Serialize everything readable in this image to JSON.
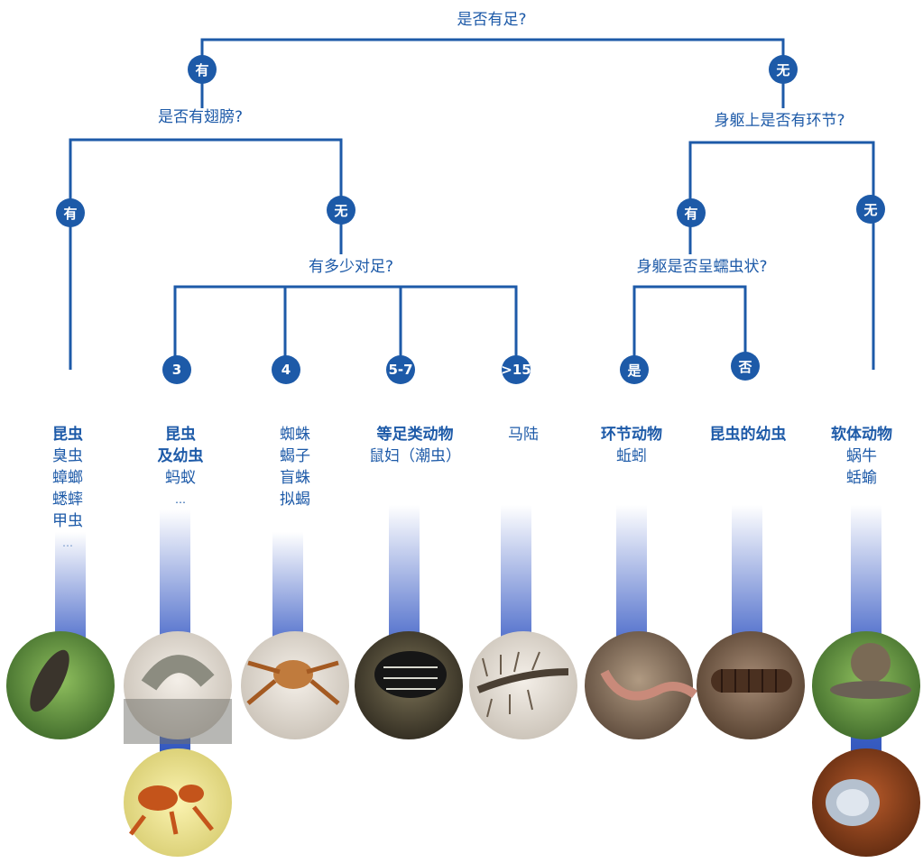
{
  "questions": {
    "has_feet": "是否有足?",
    "has_wings": "是否有翅膀?",
    "body_segments": "身躯上是否有环节?",
    "pairs_of_feet": "有多少对足?",
    "wormlike": "身躯是否呈蠕虫状?"
  },
  "branches": {
    "feet_yes": "有",
    "feet_no": "无",
    "wings_yes": "有",
    "wings_no": "无",
    "seg_yes": "有",
    "seg_no": "无",
    "pairs_3": "3",
    "pairs_4": "4",
    "pairs_5_7": "5-7",
    "pairs_gt15": ">15",
    "worm_yes": "是",
    "worm_no": "否"
  },
  "categories": [
    {
      "head": [
        "昆虫"
      ],
      "items": [
        "臭虫",
        "蟑螂",
        "蟋蟀",
        "甲虫",
        "…"
      ]
    },
    {
      "head": [
        "昆虫",
        "及幼虫"
      ],
      "items": [
        "蚂蚁",
        "…"
      ]
    },
    {
      "head": [],
      "items": [
        "蜘蛛",
        "蝎子",
        "盲蛛",
        "拟蝎"
      ]
    },
    {
      "head": [
        "等足类动物"
      ],
      "items": [
        "鼠妇（潮虫）"
      ]
    },
    {
      "head": [],
      "items": [
        "马陆"
      ]
    },
    {
      "head": [
        "环节动物"
      ],
      "items": [
        "蚯蚓"
      ]
    },
    {
      "head": [
        "昆虫的幼虫"
      ],
      "items": []
    },
    {
      "head": [
        "软体动物"
      ],
      "items": [
        "蜗牛",
        "蛞蝓"
      ]
    }
  ],
  "colors": {
    "line": "#1d5aa8",
    "badge": "#1d5aa8",
    "gradient_top": "#ffffff",
    "gradient_bottom": "#3d5fc6"
  }
}
